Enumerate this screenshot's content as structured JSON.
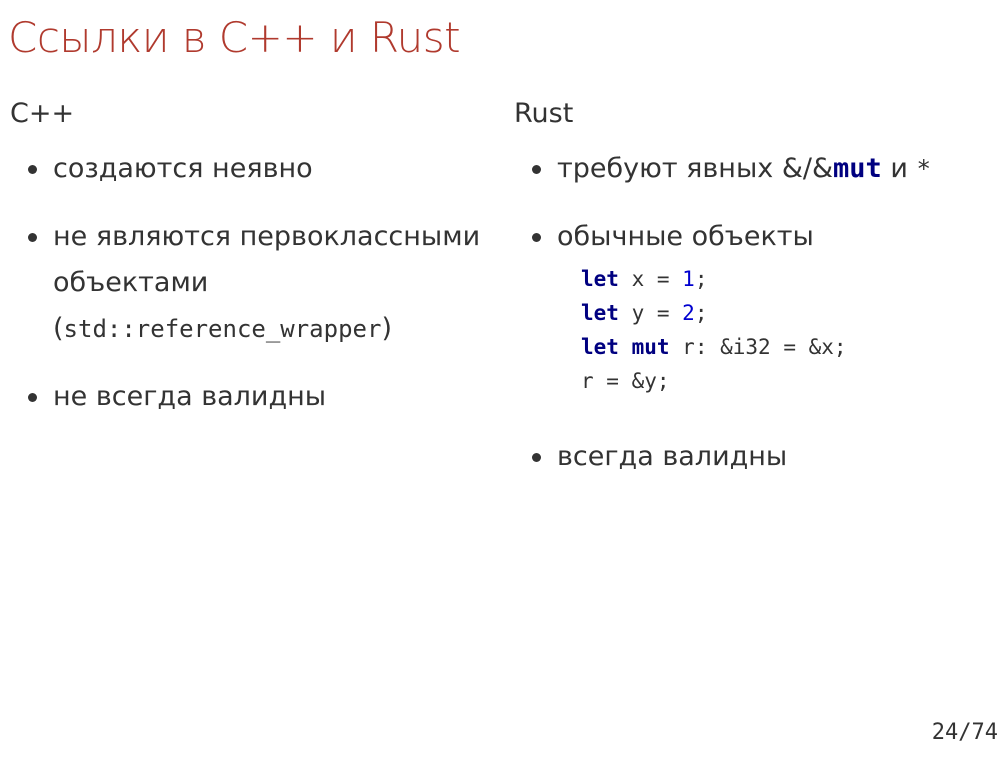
{
  "slide": {
    "title": "Ссылки в C++ и Rust",
    "page_number": "24/74"
  },
  "left": {
    "heading": "C++",
    "items": [
      "создаются неявно",
      "не являются первоклассными объектами",
      "не всегда валидны"
    ],
    "item2_code_open": "(",
    "item2_code": "std::reference_wrapper",
    "item2_code_close": ")"
  },
  "right": {
    "heading": "Rust",
    "item1_prefix": "требуют явных &/&",
    "item1_keyword": "mut",
    "item1_middle": " и ",
    "item1_code": "*",
    "item2": "обычные объекты",
    "code": {
      "line1_kw": "let",
      "line1_rest": " x = ",
      "line1_num": "1",
      "line1_end": ";",
      "line2_kw": "let",
      "line2_rest": " y = ",
      "line2_num": "2",
      "line2_end": ";",
      "line3_kw1": "let",
      "line3_sp": " ",
      "line3_kw2": "mut",
      "line3_rest": " r: &i32 = &x;",
      "line4": "r = &y;"
    },
    "item3": "всегда валидны"
  },
  "colors": {
    "title": "#b03a2e",
    "text": "#333333",
    "keyword": "#000080",
    "number": "#0000cf"
  }
}
